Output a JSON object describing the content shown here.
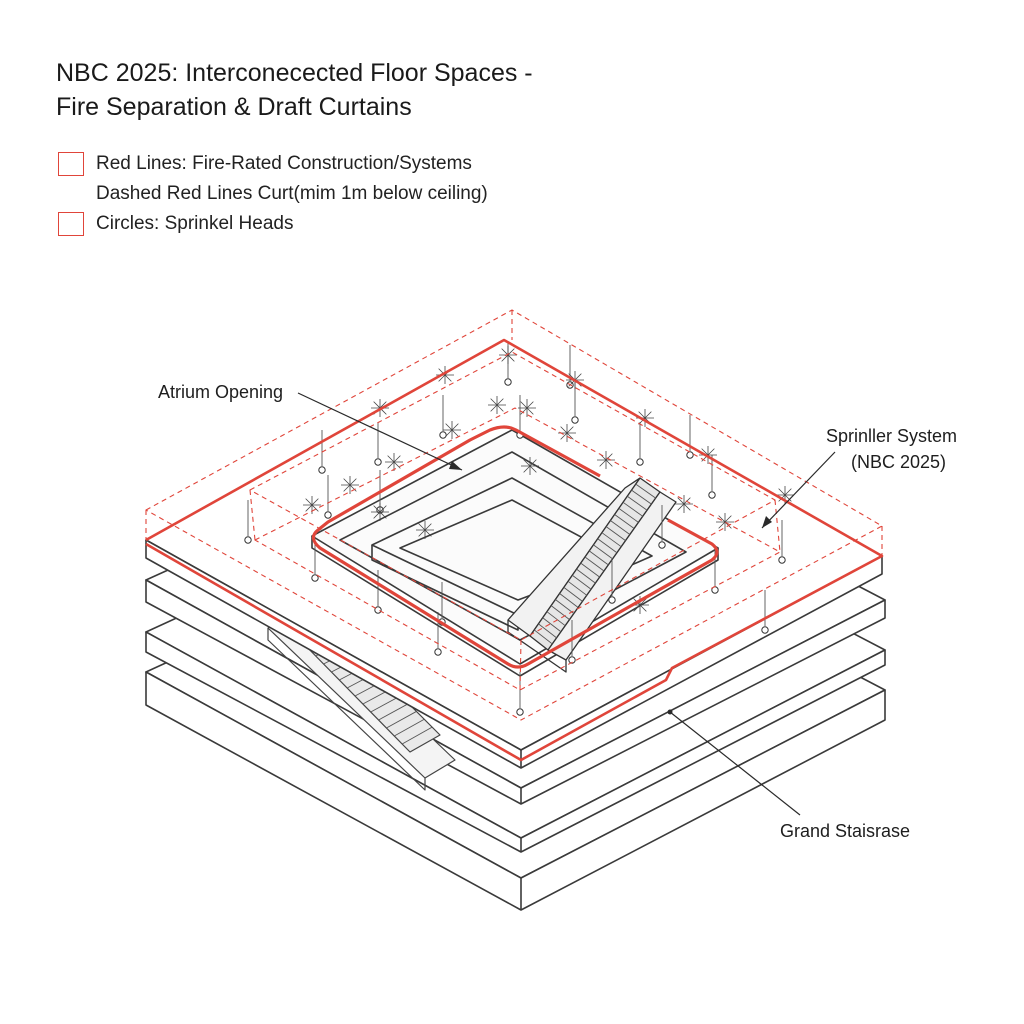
{
  "title": {
    "line1": "NBC 2025: Interconecected Floor Spaces -",
    "line2": "Fire Separation & Draft Curtains"
  },
  "legend": {
    "items": [
      {
        "label": "Red Lines: Fire-Rated Construction/Systems",
        "box": true
      },
      {
        "label": "Dashed Red Lines Curt(mim 1m below ceiling)",
        "box": false
      },
      {
        "label": "Circles: Sprinkel Heads",
        "box": true
      }
    ]
  },
  "callouts": {
    "atrium": "Atrium Opening",
    "sprinkler_line1": "Sprinller System",
    "sprinkler_line2": "(NBC 2025)",
    "stair": "Grand Staisrase"
  },
  "colors": {
    "fire_rated": "#e0453a",
    "line": "#3a3a3a"
  }
}
